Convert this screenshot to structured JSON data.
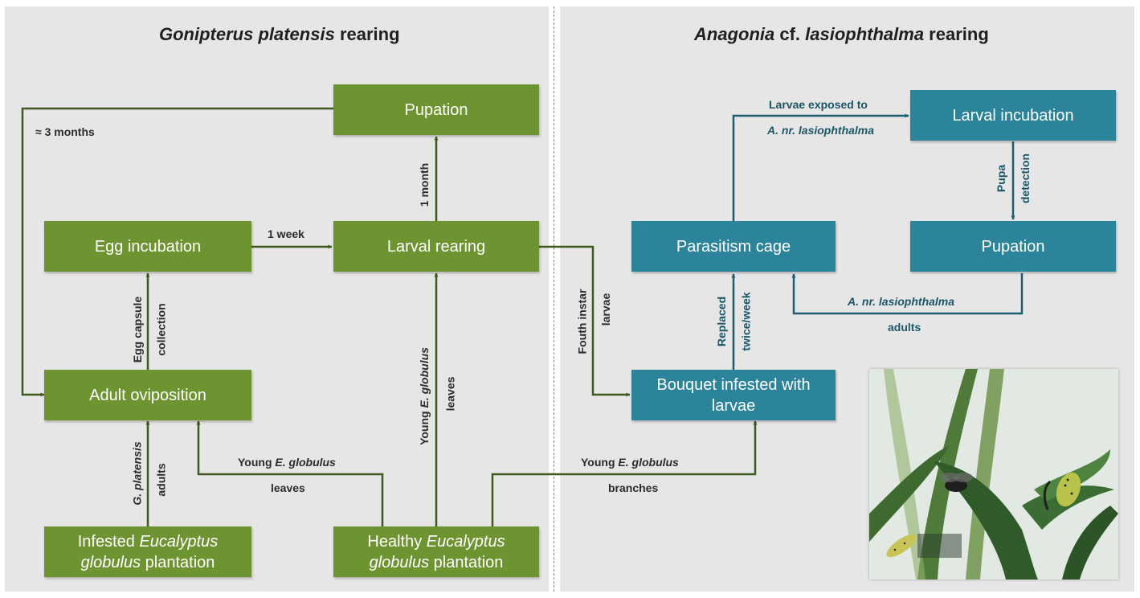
{
  "panels": {
    "left_title": {
      "italic": "Gonipterus platensis",
      "text": " rearing"
    },
    "right_title": {
      "italic": "Anagonia",
      "text1": " cf. ",
      "italic2": "lasiophthalma",
      "text2": " rearing"
    }
  },
  "boxes": {
    "pupation_g": "Pupation",
    "egg_incubation": "Egg incubation",
    "larval_rearing": "Larval rearing",
    "adult_oviposition": "Adult oviposition",
    "infested": {
      "pre": "Infested ",
      "i1": "Eucalyptus",
      "i2": "globulus",
      "post": " plantation"
    },
    "healthy": {
      "pre": "Healthy ",
      "i1": "Eucalyptus",
      "i2": "globulus",
      "post": " plantation"
    },
    "larval_incubation": "Larval incubation",
    "parasitism_cage": "Parasitism cage",
    "pupation_b": "Pupation",
    "bouquet": "Bouquet infested with larvae"
  },
  "labels": {
    "three_months": "≈ 3 months",
    "one_week": "1 week",
    "one_month": "1 month",
    "egg_capsule": "Egg capsule",
    "collection": "collection",
    "g_platensis": "G. platensis",
    "adults": "adults",
    "young1": "Young ",
    "e_globulus1": "E. globulus",
    "leaves1": "leaves",
    "young2": "Young ",
    "e_globulus2": "E. globulus",
    "leaves2": "leaves",
    "fouth_instar": "Fouth instar",
    "larvae": "larvae",
    "young3": "Young ",
    "e_globulus3": "E. globulus",
    "branches": "branches",
    "larvae_exposed": "Larvae exposed  to",
    "a_nr1_pre": "A. nr. ",
    "a_nr1_i": "lasiophthalma",
    "pupa": "Pupa",
    "detection": "detection",
    "replaced": "Replaced",
    "twice_week": "twice/week",
    "a_nr2_pre": "A. nr. ",
    "a_nr2_i": "lasiophthalma",
    "adults2": "adults"
  },
  "colors": {
    "green": "#6e9432",
    "blue": "#2b8499",
    "green_arrow": "#3e5a1d",
    "blue_arrow": "#1d5d70"
  }
}
